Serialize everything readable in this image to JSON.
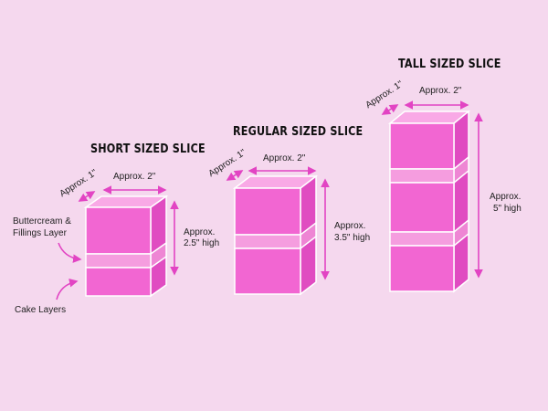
{
  "colors": {
    "background": "#f5d8ee",
    "cake_front": "#f266d2",
    "cake_top": "#f9a9e6",
    "cake_side": "#e04cc1",
    "filling_front": "#f59ddf",
    "filling_side": "#ee86d4",
    "edge": "#ffffff",
    "arrow": "#e244c3"
  },
  "slices": {
    "short": {
      "title": "SHORT SIZED SLICE",
      "depth_label": "Approx. 1\"",
      "width_label": "Approx. 2\"",
      "height_label_line1": "Approx.",
      "height_label_line2": "2.5\" high"
    },
    "regular": {
      "title": "REGULAR SIZED SLICE",
      "depth_label": "Approx. 1\"",
      "width_label": "Approx. 2\"",
      "height_label_line1": "Approx.",
      "height_label_line2": "3.5\" high"
    },
    "tall": {
      "title": "TALL SIZED SLICE",
      "depth_label": "Approx. 1\"",
      "width_label": "Approx. 2\"",
      "height_label_line1": "Approx.",
      "height_label_line2": "5\" high"
    }
  },
  "annotations": {
    "filling_label_line1": "Buttercream &",
    "filling_label_line2": "Fillings Layer",
    "cake_label": "Cake Layers"
  }
}
